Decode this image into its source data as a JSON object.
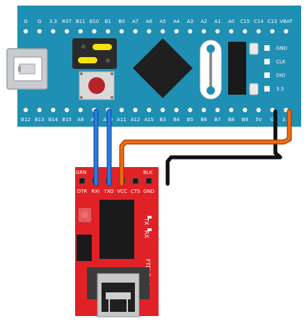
{
  "blue_pill": {
    "top_pins": [
      "G",
      "G",
      "3.3",
      "RST",
      "B11",
      "B10",
      "B1",
      "B0",
      "A7",
      "A6",
      "A5",
      "A4",
      "A3",
      "A2",
      "A1",
      "A0",
      "C15",
      "C14",
      "C13",
      "VBAT"
    ],
    "bottom_pins": [
      "B12",
      "B13",
      "B14",
      "B15",
      "A8",
      "A9",
      "A10",
      "A11",
      "A12",
      "A15",
      "B3",
      "B4",
      "B5",
      "B6",
      "B7",
      "B8",
      "B9",
      "5V",
      "G",
      "3.3"
    ],
    "swd_pins": [
      "GND",
      "CLK",
      "DIO",
      "3.3"
    ]
  },
  "ftdi": {
    "top_left": "GRN",
    "top_right": "BLK",
    "pins": [
      "DTR",
      "RXI",
      "TXO",
      "VCC",
      "CTS",
      "GND"
    ],
    "tx": "TX",
    "rx": "RX",
    "name": "FTDI Basic"
  },
  "colors": {
    "board_blue": "#1f8fb4",
    "ftdi_red": "#e02226",
    "wire_blue": "#1f6fd0",
    "wire_orange": "#ee6a10",
    "wire_black": "#111111"
  }
}
